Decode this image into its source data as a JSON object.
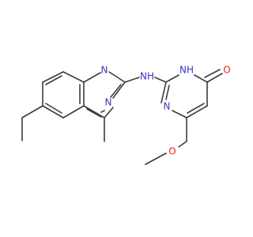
{
  "molecule": {
    "atoms": {
      "n_quin_top": {
        "text": "N",
        "color": "#3a36c8"
      },
      "n_quin_bottom": {
        "text": "N",
        "color": "#3a36c8"
      },
      "n_amine": {
        "text": "NH",
        "color": "#3a36c8"
      },
      "n_pyr_h": {
        "text": "NH",
        "color": "#3a36c8"
      },
      "n_pyr": {
        "text": "N",
        "color": "#3a36c8"
      },
      "o_carbonyl": {
        "text": "O",
        "color": "#e8221f"
      },
      "o_ether": {
        "text": "O",
        "color": "#e8221f"
      }
    },
    "bond_color": "#3c3c3c"
  }
}
